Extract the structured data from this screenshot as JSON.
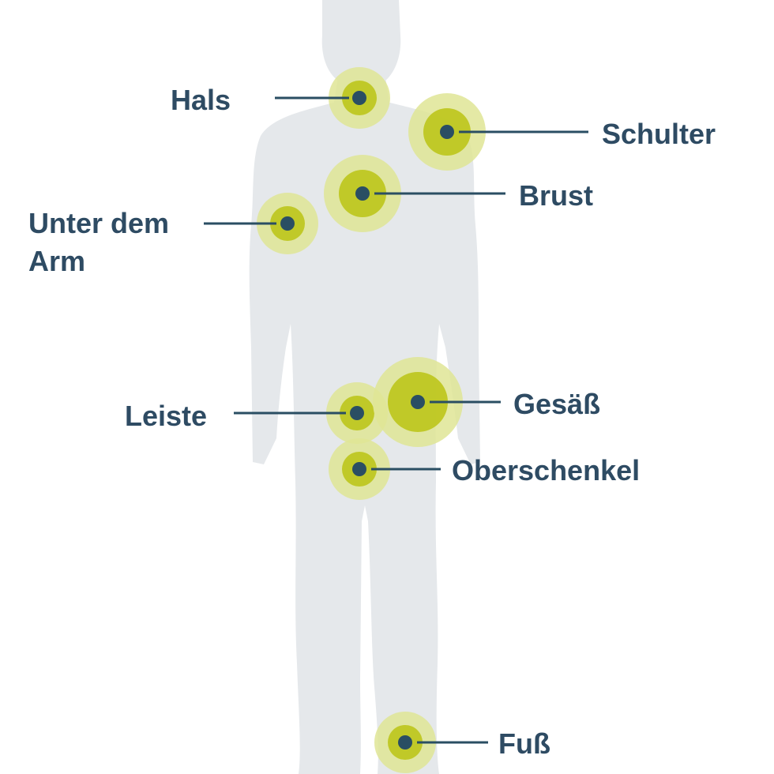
{
  "colors": {
    "silhouette": "#e5e8eb",
    "ring_outer": "#dfe595",
    "ring_inner": "#bdc51b",
    "dot": "#2a4e63",
    "leader": "#2a4e63",
    "label": "#2e4b63"
  },
  "figure": {
    "icon": "human-body-silhouette"
  },
  "markers": [
    {
      "id": "hals",
      "label": "Hals",
      "size": "medium"
    },
    {
      "id": "schulter",
      "label": "Schulter",
      "size": "large"
    },
    {
      "id": "brust",
      "label": "Brust",
      "size": "large"
    },
    {
      "id": "arm",
      "label": "Unter dem Arm",
      "size": "medium"
    },
    {
      "id": "leiste",
      "label": "Leiste",
      "size": "medium"
    },
    {
      "id": "gesaess",
      "label": "Gesäß",
      "size": "xlarge"
    },
    {
      "id": "oberschenkel",
      "label": "Oberschenkel",
      "size": "medium"
    },
    {
      "id": "fuss",
      "label": "Fuß",
      "size": "medium"
    }
  ]
}
